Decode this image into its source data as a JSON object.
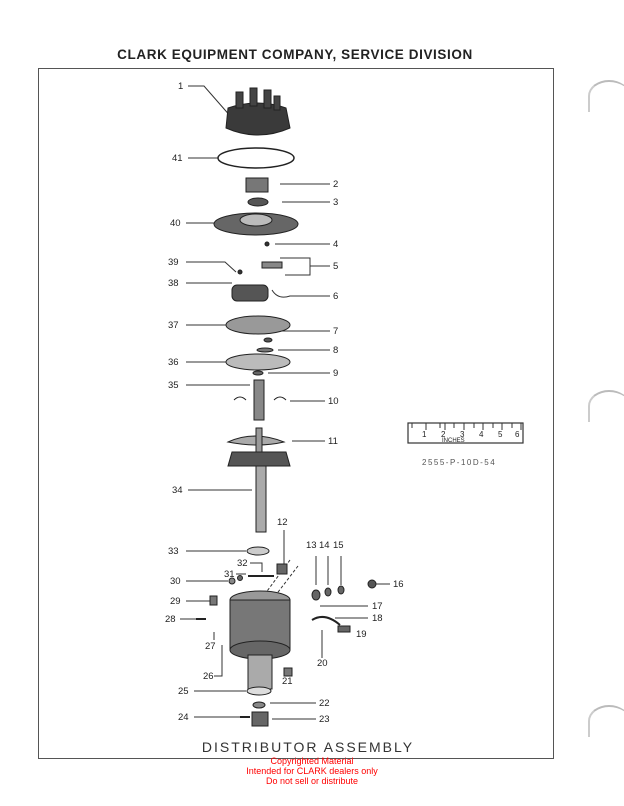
{
  "header": {
    "title": "CLARK EQUIPMENT COMPANY, SERVICE DIVISION"
  },
  "figure": {
    "title": "DISTRIBUTOR ASSEMBLY",
    "part_number": "2555-P-10D-54",
    "scale": {
      "unit_label": "INCHES",
      "ticks": [
        "1",
        "2",
        "3",
        "4",
        "5",
        "6"
      ]
    },
    "callouts": [
      "1",
      "2",
      "3",
      "4",
      "5",
      "6",
      "7",
      "8",
      "9",
      "10",
      "11",
      "12",
      "13",
      "14",
      "15",
      "16",
      "17",
      "18",
      "19",
      "20",
      "21",
      "22",
      "23",
      "24",
      "25",
      "26",
      "27",
      "28",
      "29",
      "30",
      "31",
      "32",
      "33",
      "34",
      "35",
      "36",
      "37",
      "38",
      "39",
      "40",
      "41"
    ]
  },
  "notice": {
    "line1": "Copyrighted Material",
    "line2": "Intended for CLARK dealers only",
    "line3": "Do not sell or distribute"
  }
}
